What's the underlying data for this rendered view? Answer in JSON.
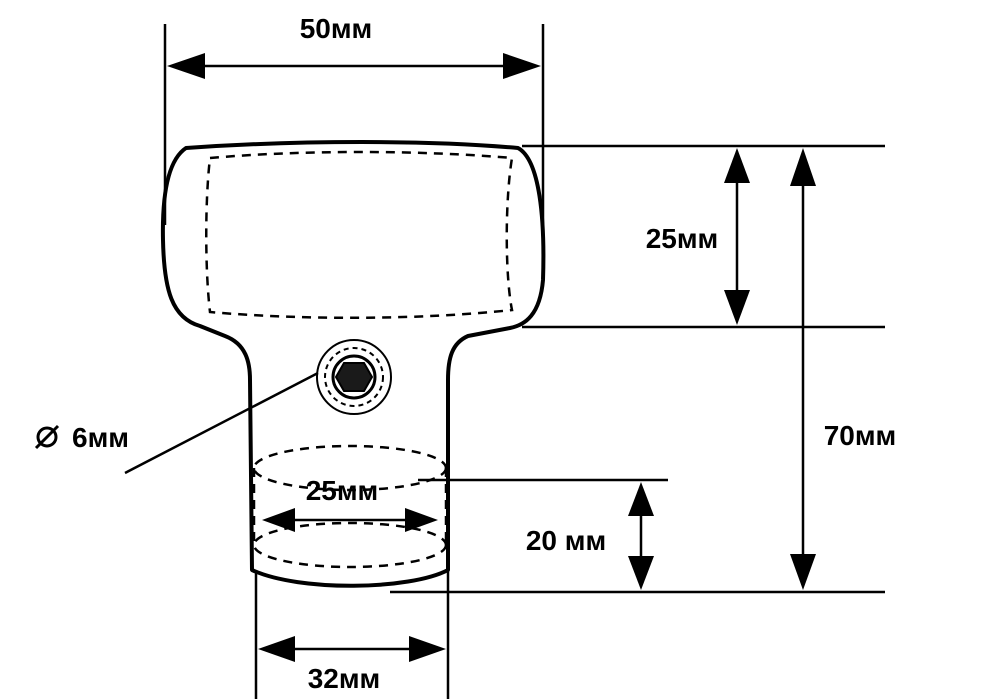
{
  "dimensions": {
    "top_width": "50мм",
    "head_height": "25мм",
    "total_height": "70мм",
    "hole_diameter": "6мм",
    "inner_diameter": "25мм",
    "sleeve_depth": "20 мм",
    "bottom_width": "32мм"
  }
}
